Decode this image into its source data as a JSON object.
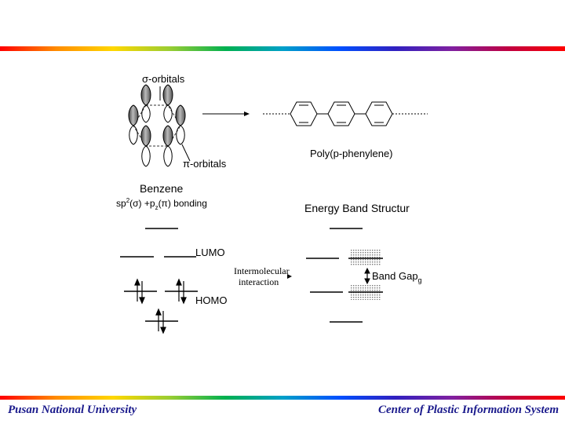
{
  "diagram": {
    "sigma_label": "σ-orbitals",
    "pi_label": "π-orbitals",
    "benzene_label": "Benzene",
    "bonding_sp": "sp",
    "bonding_sup": "2",
    "bonding_rest": "(σ) +p",
    "bonding_sub": "z",
    "bonding_end": "(π) bonding",
    "polymer_label": "Poly(p-phenylene)",
    "band_title": "Energy Band Structur",
    "lumo": "LUMO",
    "homo": "HOMO",
    "inter_line1": "Intermolecular",
    "inter_line2": "interaction",
    "band_gap": "Band Gap",
    "band_gap_sub": "g"
  },
  "footer": {
    "left": "Pusan National University",
    "right": "Center of Plastic Information System"
  }
}
